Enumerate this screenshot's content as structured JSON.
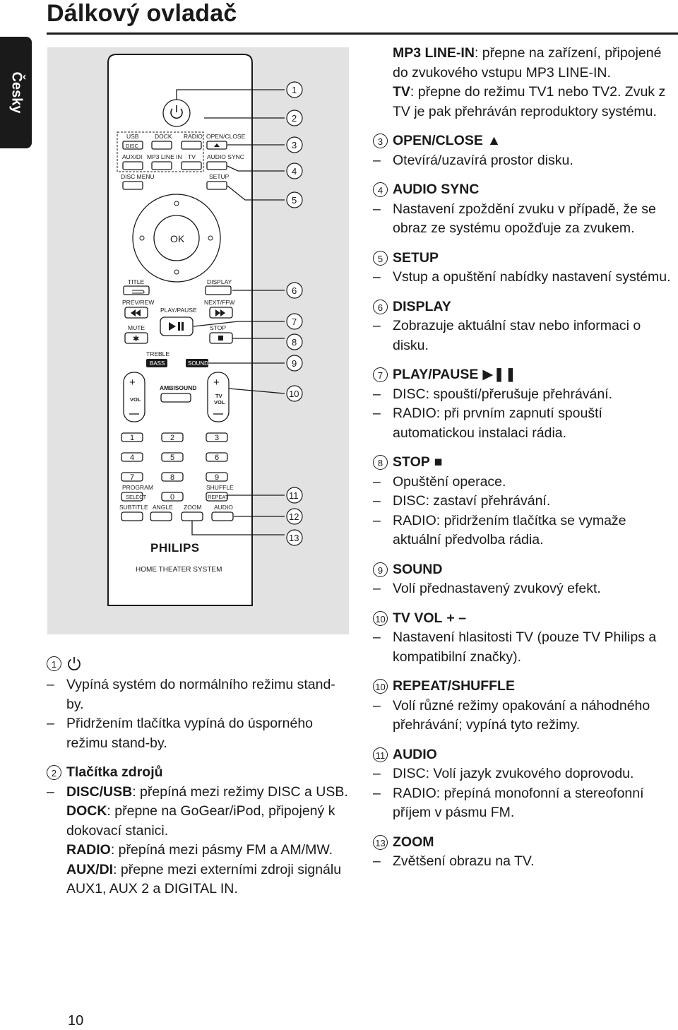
{
  "page": {
    "title": "Dálkový ovladač",
    "language_tab": "Česky",
    "page_number": "10"
  },
  "remote": {
    "brand": "PHILIPS",
    "subtitle": "HOME THEATER SYSTEM",
    "ok": "OK",
    "labels": {
      "usb": "USB",
      "disc": "DISC",
      "dock": "DOCK",
      "radio": "RADIO",
      "open_close": "OPEN/CLOSE",
      "aux_di": "AUX/DI",
      "mp3_line_in": "MP3 LINE IN",
      "tv": "TV",
      "audio_sync": "AUDIO SYNC",
      "disc_menu": "DISC MENU",
      "setup": "SETUP",
      "title": "TITLE",
      "display": "DISPLAY",
      "prev_rew": "PREV/REW",
      "next_ffw": "NEXT/FFW",
      "play_pause": "PLAY/PAUSE",
      "mute": "MUTE",
      "stop": "STOP",
      "treble": "TREBLE",
      "bass": "BASS",
      "sound": "SOUND",
      "ambisound": "AMBISOUND",
      "vol": "VOL",
      "tv_vol_1": "TV",
      "tv_vol_2": "VOL",
      "program": "PROGRAM",
      "select": "SELECT",
      "shuffle": "SHUFFLE",
      "repeat": "REPEAT",
      "subtitle": "SUBTITLE",
      "angle": "ANGLE",
      "zoom": "ZOOM",
      "audio": "AUDIO"
    },
    "digits": [
      "1",
      "2",
      "3",
      "4",
      "5",
      "6",
      "7",
      "8",
      "9",
      "0"
    ],
    "callouts": [
      "1",
      "2",
      "3",
      "4",
      "5",
      "6",
      "7",
      "8",
      "9",
      "10",
      "11",
      "12",
      "13"
    ]
  },
  "left_col": {
    "e1": {
      "num": "1",
      "lines": [
        "Vypíná systém do normálního režimu stand-by.",
        "Přidržením tlačítka vypíná do úsporného režimu stand-by."
      ]
    },
    "e2": {
      "num": "2",
      "heading": "Tlačítka zdrojů",
      "disc_key": "DISC/USB",
      "disc_text": ": přepíná mezi režimy DISC a USB.",
      "dock_key": "DOCK",
      "dock_text": ": přepne na GoGear/iPod, připojený k dokovací stanici.",
      "radio_key": "RADIO",
      "radio_text": ": přepíná mezi pásmy FM a AM/MW.",
      "aux_key": "AUX/DI",
      "aux_text": ": přepne mezi externími zdroji signálu AUX1, AUX 2 a DIGITAL IN."
    }
  },
  "right_col": {
    "mp3_key": "MP3 LINE-IN",
    "mp3_text": ": přepne na zařízení, připojené do zvukového vstupu MP3 LINE-IN.",
    "tv_key": "TV",
    "tv_text": ": přepne do režimu TV1 nebo TV2. Zvuk z TV je pak přehráván reproduktory systému.",
    "e3": {
      "num": "3",
      "heading": "OPEN/CLOSE",
      "glyph": "▲",
      "lines": [
        "Otevírá/uzavírá prostor disku."
      ]
    },
    "e4": {
      "num": "4",
      "heading": "AUDIO SYNC",
      "lines": [
        "Nastavení zpoždění zvuku v případě, že se obraz ze systému opožďuje za zvukem."
      ]
    },
    "e5": {
      "num": "5",
      "heading": "SETUP",
      "lines": [
        "Vstup a opuštění nabídky nastavení systému."
      ]
    },
    "e6": {
      "num": "6",
      "heading": "DISPLAY",
      "lines": [
        "Zobrazuje aktuální stav nebo informaci o disku."
      ]
    },
    "e7": {
      "num": "7",
      "heading": "PLAY/PAUSE",
      "glyph": "▶❚❚",
      "lines": [
        "DISC: spouští/přerušuje přehrávání.",
        "RADIO: při prvním zapnutí spouští automatickou instalaci rádia."
      ]
    },
    "e8": {
      "num": "8",
      "heading": "STOP",
      "glyph": "■",
      "lines": [
        "Opuštění operace.",
        "DISC: zastaví přehrávání.",
        "RADIO: přidržením tlačítka se vymaže aktuální předvolba rádia."
      ]
    },
    "e9": {
      "num": "9",
      "heading": "SOUND",
      "lines": [
        "Volí přednastavený zvukový efekt."
      ]
    },
    "e10": {
      "num": "10",
      "heading": "TV VOL",
      "glyph": "+ –",
      "lines": [
        "Nastavení hlasitosti TV (pouze TV Philips a kompatibilní značky)."
      ]
    },
    "e10b": {
      "num": "10",
      "heading": "REPEAT/SHUFFLE",
      "lines": [
        "Volí různé režimy opakování a náhodného přehrávání; vypíná tyto režimy."
      ]
    },
    "e11": {
      "num": "11",
      "heading": "AUDIO",
      "lines": [
        "DISC: Volí jazyk zvukového doprovodu.",
        "RADIO: přepíná monofonní a stereofonní příjem v pásmu FM."
      ]
    },
    "e13": {
      "num": "13",
      "heading": "ZOOM",
      "lines": [
        "Zvětšení obrazu na TV."
      ]
    }
  }
}
